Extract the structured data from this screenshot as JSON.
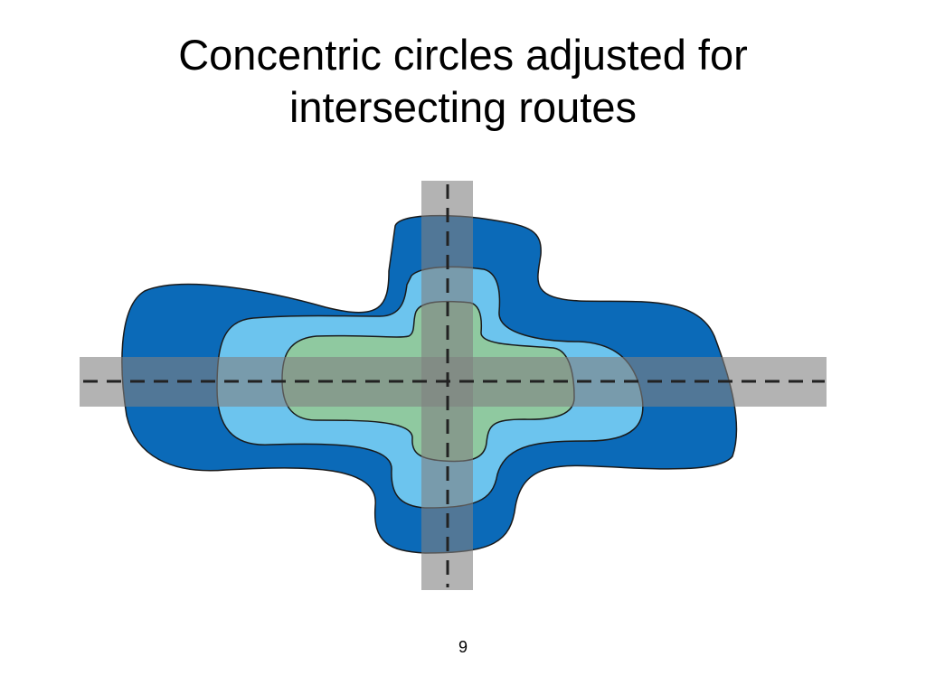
{
  "slide": {
    "title_lines": [
      "Concentric circles adjusted for",
      "intersecting routes"
    ],
    "page_number": "9"
  },
  "diagram": {
    "zones": [
      {
        "name": "outer",
        "fill": "#0b6ab8"
      },
      {
        "name": "middle",
        "fill": "#6cc4ee"
      },
      {
        "name": "inner",
        "fill": "#8fc9a0"
      }
    ],
    "routes": {
      "band_color": "#808080",
      "band_opacity": 0.6,
      "centerline_color": "#222222"
    }
  }
}
